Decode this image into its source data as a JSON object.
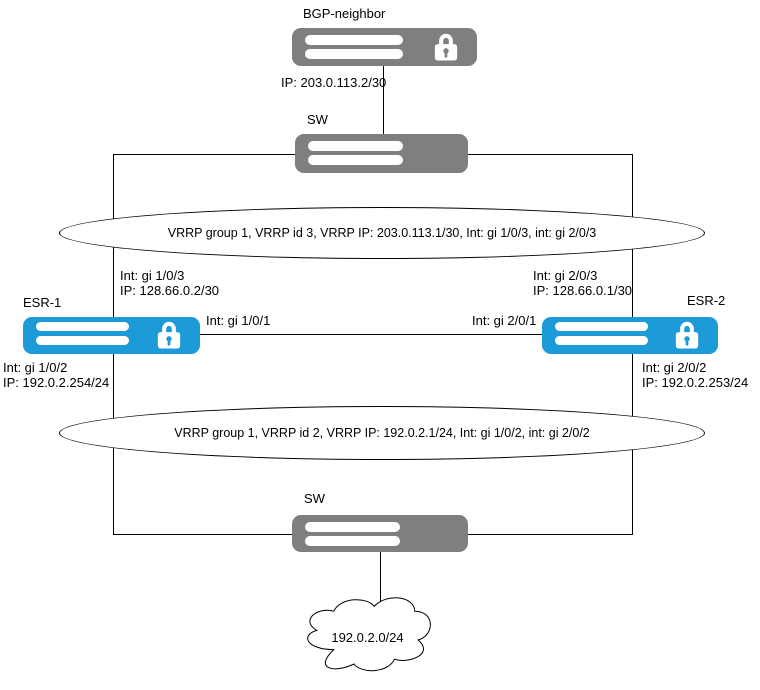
{
  "diagram": {
    "nodes": {
      "bgp_neighbor": {
        "title": "BGP-neighbor",
        "ip": "IP: 203.0.113.2/30"
      },
      "sw_top": {
        "title": "SW"
      },
      "esr1": {
        "title": "ESR-1",
        "uplink_int": "Int: gi 1/0/3",
        "uplink_ip": "IP: 128.66.0.2/30",
        "peer_int": "Int: gi 1/0/1",
        "lan_int": "Int: gi 1/0/2",
        "lan_ip": "IP: 192.0.2.254/24"
      },
      "esr2": {
        "title": "ESR-2",
        "uplink_int": "Int: gi 2/0/3",
        "uplink_ip": "IP: 128.66.0.1/30",
        "peer_int": "Int: gi 2/0/1",
        "lan_int": "Int: gi 2/0/2",
        "lan_ip": "IP: 192.0.2.253/24"
      },
      "sw_bottom": {
        "title": "SW"
      },
      "cloud": {
        "title": "192.0.2.0/24"
      }
    },
    "vrrp": {
      "top": "VRRP group 1, VRRP id 3, VRRP IP: 203.0.113.1/30, Int: gi 1/0/3, int: gi 2/0/3",
      "bottom": "VRRP group 1, VRRP id 2, VRRP IP: 192.0.2.1/24, Int: gi 1/0/2, int: gi 2/0/2"
    },
    "colors": {
      "router_blue": "#1C9BD8",
      "switch_gray": "#7F7F7F",
      "line_black": "#000000"
    }
  }
}
